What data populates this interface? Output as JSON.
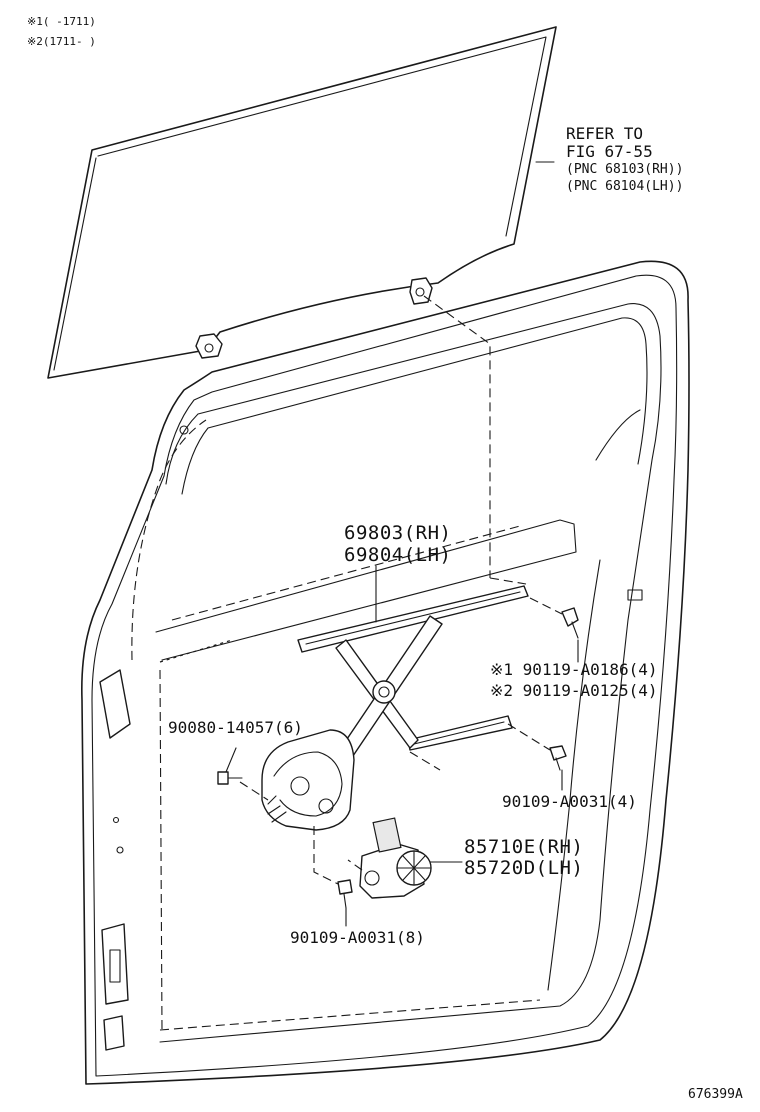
{
  "notes": {
    "note1": "※1(    -1711)",
    "note2": "※2(1711-    )"
  },
  "refer": {
    "line1": "REFER TO",
    "line2": "FIG 67-55",
    "line3": "(PNC 68103(RH))",
    "line4": "(PNC 68104(LH))"
  },
  "parts": {
    "regulator_rh": "69803(RH)",
    "regulator_lh": "69804(LH)",
    "bolt_upper_1": "※1 90119-A0186(4)",
    "bolt_upper_2": "※2 90119-A0125(4)",
    "screw_left": "90080-14057(6)",
    "bolt_right": "90109-A0031(4)",
    "motor_rh": "85710E(RH)",
    "motor_lh": "85720D(LH)",
    "bolt_lower": "90109-A0031(8)"
  },
  "figure_id": "676399A"
}
